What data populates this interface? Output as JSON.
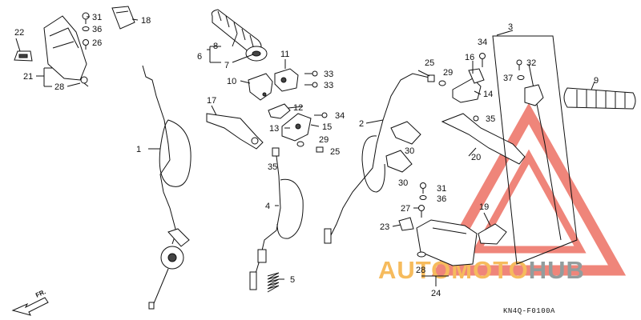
{
  "diagram_code": "KN4Q-F0100A",
  "direction_label": "FR.",
  "watermark": {
    "segments": [
      {
        "text": "AUTO",
        "color": "#f5b041"
      },
      {
        "text": "MOTO",
        "color": "#f5b041"
      },
      {
        "text": "HUB",
        "color": "#7f8c8d"
      }
    ],
    "triangle_color": "#e74c3c"
  },
  "part_numbers": {
    "p1": "1",
    "p2": "2",
    "p3": "3",
    "p4": "4",
    "p5": "5",
    "p6": "6",
    "p7": "7",
    "p8": "8",
    "p9": "9",
    "p10": "10",
    "p11": "11",
    "p12": "12",
    "p13": "13",
    "p14": "14",
    "p15": "15",
    "p16": "16",
    "p17": "17",
    "p18": "18",
    "p19": "19",
    "p20": "20",
    "p21": "21",
    "p22": "22",
    "p23": "23",
    "p24": "24",
    "p25a": "25",
    "p25b": "25",
    "p26": "26",
    "p27": "27",
    "p28a": "28",
    "p28b": "28",
    "p29a": "29",
    "p29b": "29",
    "p30a": "30",
    "p30b": "30",
    "p31a": "31",
    "p31b": "31",
    "p32": "32",
    "p33a": "33",
    "p33b": "33",
    "p34a": "34",
    "p34b": "34",
    "p35a": "35",
    "p35b": "35",
    "p36a": "36",
    "p36b": "36",
    "p37": "37"
  }
}
